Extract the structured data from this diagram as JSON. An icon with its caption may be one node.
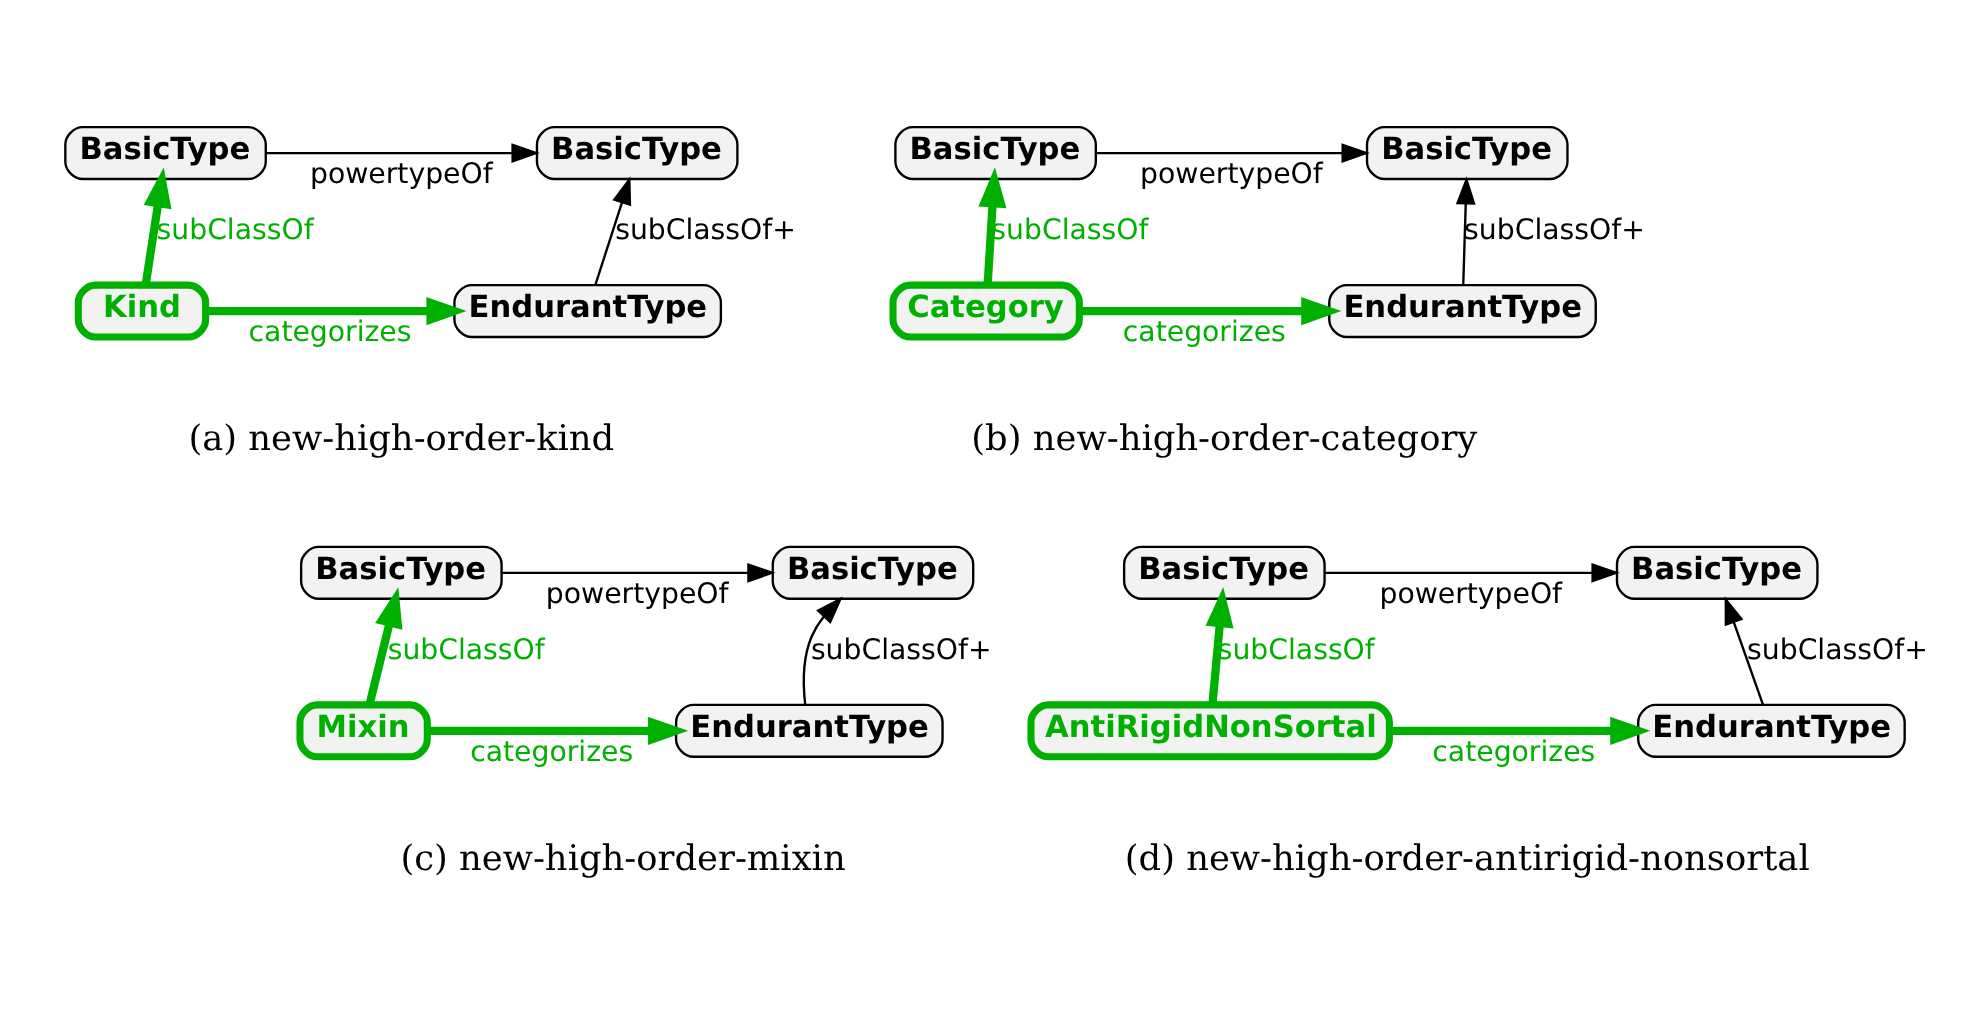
{
  "diagram": {
    "nodes": [
      {
        "text": [
          "BasicType"
        ]
      },
      {
        "text": [
          "BasicType"
        ]
      },
      {
        "text": [
          "Kind"
        ]
      },
      {
        "text": [
          "EndurantType"
        ]
      },
      {
        "text": [
          "BasicType"
        ]
      },
      {
        "text": [
          "BasicType"
        ]
      },
      {
        "text": [
          "Category"
        ]
      },
      {
        "text": [
          "EndurantType"
        ]
      },
      {
        "text": [
          "BasicType"
        ]
      },
      {
        "text": [
          "BasicType"
        ]
      },
      {
        "text": [
          "Mixin"
        ]
      },
      {
        "text": [
          "EndurantType"
        ]
      },
      {
        "text": [
          "BasicType"
        ]
      },
      {
        "text": [
          "BasicType"
        ]
      },
      {
        "text": [
          "AntiRigidNonSortal"
        ]
      },
      {
        "text": [
          "EndurantType"
        ]
      }
    ],
    "edges": [
      {
        "from": 0,
        "to": 1,
        "arrow": "to",
        "label": "powertypeOf"
      },
      {
        "from": 2,
        "to": 0,
        "arrow": "to",
        "label": "subClassOf",
        "style": "thick",
        "color": "#00b000"
      },
      {
        "from": 2,
        "to": 3,
        "arrow": "to",
        "label": "categorizes",
        "style": "thick",
        "color": "#00b000"
      },
      {
        "from": 3,
        "to": 1,
        "arrow": "to",
        "label": "subClassOf+"
      },
      {
        "from": 4,
        "to": 5,
        "arrow": "to",
        "label": "powertypeOf"
      },
      {
        "from": 6,
        "to": 4,
        "arrow": "to",
        "label": "subClassOf",
        "style": "thick",
        "color": "#00b000"
      },
      {
        "from": 6,
        "to": 7,
        "arrow": "to",
        "label": "categorizes",
        "style": "thick",
        "color": "#00b000"
      },
      {
        "from": 7,
        "to": 5,
        "arrow": "to",
        "label": "subClassOf+"
      },
      {
        "from": 8,
        "to": 9,
        "arrow": "to",
        "label": "powertypeOf"
      },
      {
        "from": 10,
        "to": 8,
        "arrow": "to",
        "label": "subClassOf",
        "style": "thick",
        "color": "#00b000"
      },
      {
        "from": 10,
        "to": 11,
        "arrow": "to",
        "label": "categorizes",
        "style": "thick",
        "color": "#00b000"
      },
      {
        "from": 11,
        "to": 9,
        "arrow": "to",
        "label": "subClassOf+"
      },
      {
        "from": 12,
        "to": 13,
        "arrow": "to",
        "label": "powertypeOf"
      },
      {
        "from": 14,
        "to": 12,
        "arrow": "to",
        "label": "subClassOf",
        "style": "thick",
        "color": "#00b000"
      },
      {
        "from": 14,
        "to": 15,
        "arrow": "to",
        "label": "categorizes",
        "style": "thick",
        "color": "#00b000"
      },
      {
        "from": 15,
        "to": 13,
        "arrow": "to",
        "label": "subClassOf+"
      }
    ],
    "labels": [
      "(a) new-high-order-kind",
      "(b) new-high-order-category",
      "(c) new-high-order-mixin",
      "(d) new-high-order-antirigid-nonsortal"
    ]
  }
}
